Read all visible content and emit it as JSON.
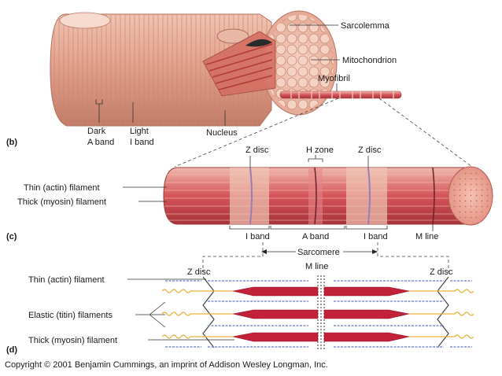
{
  "panels": {
    "b": {
      "tag": "(b)",
      "labels": {
        "sarcolemma": "Sarcolemma",
        "mitochondrion": "Mitochondrion",
        "myofibril": "Myofibril",
        "dark_band_1": "Dark",
        "dark_band_2": "A band",
        "light_band_1": "Light",
        "light_band_2": "I band",
        "nucleus": "Nucleus"
      }
    },
    "c": {
      "tag": "(c)",
      "labels": {
        "z_disc_left": "Z disc",
        "h_zone": "H zone",
        "z_disc_right": "Z disc",
        "thin_filament": "Thin (actin) filament",
        "thick_filament": "Thick (myosin) filament",
        "i_band_left": "I band",
        "a_band": "A band",
        "i_band_right": "I band",
        "m_line": "M line",
        "sarcomere": "Sarcomere"
      }
    },
    "d": {
      "tag": "(d)",
      "labels": {
        "thin_filament": "Thin (actin) filament",
        "z_disc_left": "Z disc",
        "m_line": "M line",
        "z_disc_right": "Z disc",
        "elastic_filaments": "Elastic (titin) filaments",
        "thick_filament": "Thick (myosin) filament"
      }
    }
  },
  "copyright": "Copyright © 2001 Benjamin Cummings, an imprint of Addison Wesley Longman, Inc.",
  "colors": {
    "fiber": "#e2a28c",
    "fiber_light": "#f3c8b6",
    "fiber_dark": "#c47b66",
    "myofibril_red": "#c8333c",
    "myofibril_pale": "#e9b3a3",
    "myosin": "#c2213a",
    "actin": "#7f8fcf",
    "titin": "#e6b23a"
  }
}
